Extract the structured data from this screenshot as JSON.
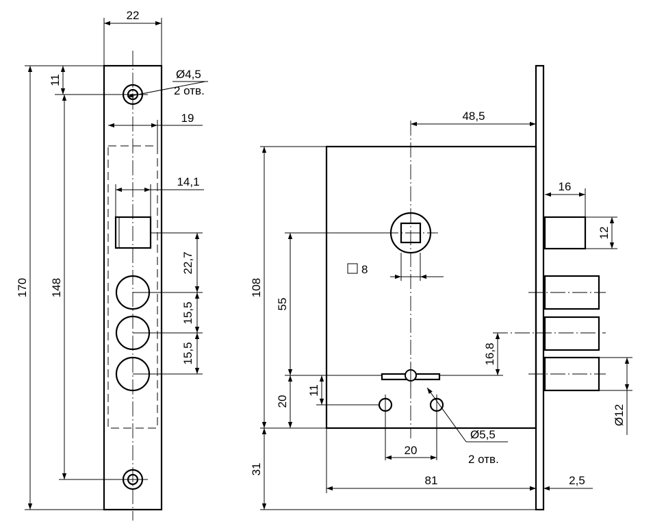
{
  "front_view": {
    "dims": {
      "width_22": "22",
      "top_11": "11",
      "hole": "Ø4,5",
      "hole_count": "2 отв.",
      "w_19": "19",
      "w_14_1": "14,1",
      "d_22_7": "22,7",
      "d_15_5_a": "15,5",
      "d_15_5_b": "15,5",
      "h_170": "170",
      "h_148": "148"
    }
  },
  "side_view": {
    "dims": {
      "d_48_5": "48,5",
      "d_16": "16",
      "d_12_top": "12",
      "square": "8",
      "d_108": "108",
      "d_55": "55",
      "d_16_8": "16,8",
      "d_11": "11",
      "d_20_left": "20",
      "d_12_bottom": "Ø12",
      "hole": "Ø5,5",
      "d_20_bottom": "20",
      "hole_count": "2 отв.",
      "d_31": "31",
      "d_81": "81",
      "d_2_5": "2,5"
    }
  }
}
